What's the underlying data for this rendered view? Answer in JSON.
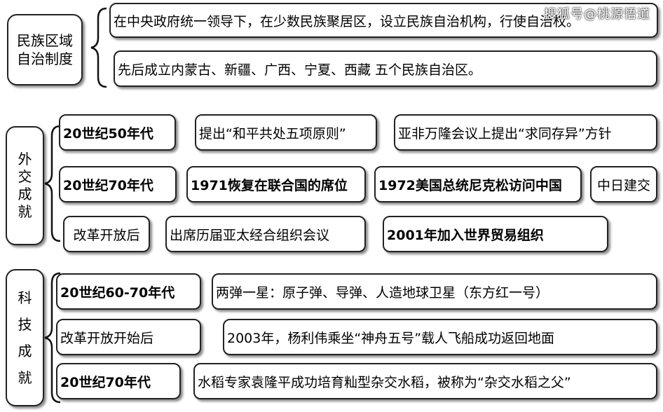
{
  "watermark": "搜狐号@桃源悟道",
  "sections": {
    "ethnic": {
      "label_line1": "民族区域",
      "label_line2": "自治制度",
      "item1": "在中央政府统一领导下，在少数民族聚居区，设立民族自治机构，行使自治权。",
      "item2": "先后成立内蒙古、新疆、广西、宁夏、西藏 五个民族自治区。"
    },
    "diplomacy": {
      "label_chars": [
        "外",
        "交",
        "成",
        "就"
      ],
      "row1": {
        "period": "20世纪50年代",
        "items": [
          "提出“和平共处五项原则”",
          "亚非万隆会议上提出“求同存异”方针"
        ]
      },
      "row2": {
        "period": "20世纪70年代",
        "items": [
          "1971恢复在联合国的席位",
          "1972美国总统尼克松访问中国",
          "中日建交"
        ]
      },
      "row3": {
        "period": "改革开放后",
        "items": [
          "出席历届亚太经合组织会议",
          "2001年加入世界贸易组织"
        ]
      }
    },
    "science": {
      "label_chars": [
        "科",
        "技",
        "成",
        "就"
      ],
      "row1": {
        "period": "20世纪60-70年代",
        "item": "两弹一星：原子弹、导弹、人造地球卫星（东方红一号）"
      },
      "row2": {
        "period": "改革开放开始后",
        "item": "2003年，杨利伟乘坐“神舟五号”载人飞船成功返回地面"
      },
      "row3": {
        "period": "20世纪70年代",
        "item": "水稻专家袁隆平成功培育籼型杂交水稻，被称为“杂交水稻之父”"
      }
    }
  }
}
